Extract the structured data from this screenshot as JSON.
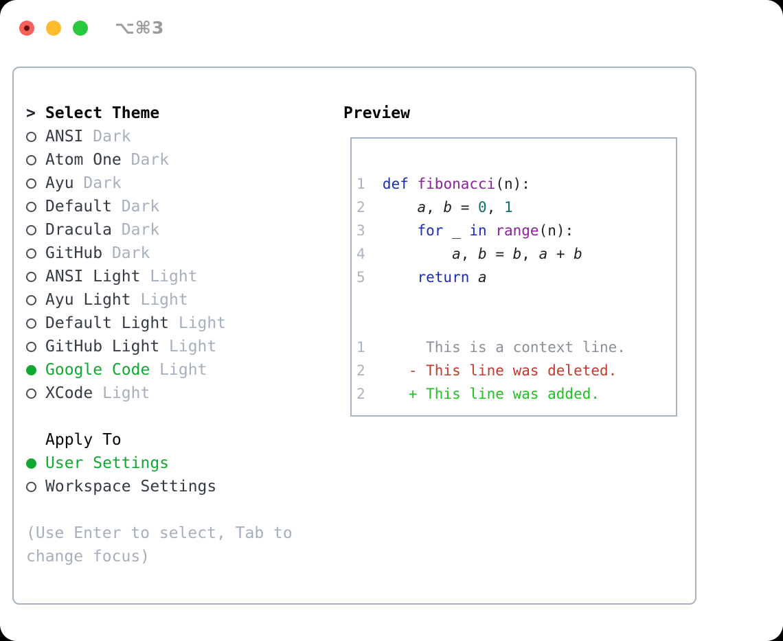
{
  "window": {
    "shortcut_label": "⌥⌘3",
    "traffic_lights": [
      "close",
      "minimize",
      "zoom"
    ]
  },
  "colors": {
    "accent_green": "#12a833",
    "diff_added_green": "#1dc21d",
    "diff_deleted_red": "#c43a2b",
    "diff_context_gray": "#8a9098",
    "muted_gray": "#a6b0bd",
    "keyword_blue": "#1b2db5",
    "function_purple": "#8d219c",
    "number_teal": "#0c6e6c",
    "border_gray": "#a9b3bf"
  },
  "theme_picker": {
    "prompt": ">",
    "title": "Select Theme",
    "items": [
      {
        "name": "ANSI",
        "variant": "Dark",
        "selected": false
      },
      {
        "name": "Atom One",
        "variant": "Dark",
        "selected": false
      },
      {
        "name": "Ayu",
        "variant": "Dark",
        "selected": false
      },
      {
        "name": "Default",
        "variant": "Dark",
        "selected": false
      },
      {
        "name": "Dracula",
        "variant": "Dark",
        "selected": false
      },
      {
        "name": "GitHub",
        "variant": "Dark",
        "selected": false
      },
      {
        "name": "ANSI Light",
        "variant": "Light",
        "selected": false
      },
      {
        "name": "Ayu Light",
        "variant": "Light",
        "selected": false
      },
      {
        "name": "Default Light",
        "variant": "Light",
        "selected": false
      },
      {
        "name": "GitHub Light",
        "variant": "Light",
        "selected": false
      },
      {
        "name": "Google Code",
        "variant": "Light",
        "selected": true
      },
      {
        "name": "XCode",
        "variant": "Light",
        "selected": false
      }
    ]
  },
  "apply_to": {
    "title": "Apply To",
    "options": [
      {
        "label": "User Settings",
        "selected": true
      },
      {
        "label": "Workspace Settings",
        "selected": false
      }
    ]
  },
  "hint_lines": [
    "(Use Enter to select, Tab to",
    "change focus)"
  ],
  "preview": {
    "title": "Preview",
    "code_lines": [
      {
        "num": "1",
        "tokens": [
          {
            "t": "def",
            "c": "kw"
          },
          {
            "t": " ",
            "c": "pl"
          },
          {
            "t": "fibonacci",
            "c": "fn"
          },
          {
            "t": "(n):",
            "c": "pl"
          }
        ]
      },
      {
        "num": "2",
        "tokens": [
          {
            "t": "    ",
            "c": "pl"
          },
          {
            "t": "a",
            "c": "var"
          },
          {
            "t": ", ",
            "c": "pl"
          },
          {
            "t": "b",
            "c": "var"
          },
          {
            "t": " = ",
            "c": "pl"
          },
          {
            "t": "0",
            "c": "num"
          },
          {
            "t": ", ",
            "c": "pl"
          },
          {
            "t": "1",
            "c": "num"
          }
        ]
      },
      {
        "num": "3",
        "tokens": [
          {
            "t": "    ",
            "c": "pl"
          },
          {
            "t": "for",
            "c": "kw"
          },
          {
            "t": " _ ",
            "c": "pl"
          },
          {
            "t": "in",
            "c": "kw"
          },
          {
            "t": " ",
            "c": "pl"
          },
          {
            "t": "range",
            "c": "fn"
          },
          {
            "t": "(n):",
            "c": "pl"
          }
        ]
      },
      {
        "num": "4",
        "tokens": [
          {
            "t": "        ",
            "c": "pl"
          },
          {
            "t": "a",
            "c": "var"
          },
          {
            "t": ", ",
            "c": "pl"
          },
          {
            "t": "b",
            "c": "var"
          },
          {
            "t": " = ",
            "c": "pl"
          },
          {
            "t": "b",
            "c": "var"
          },
          {
            "t": ", ",
            "c": "pl"
          },
          {
            "t": "a",
            "c": "var"
          },
          {
            "t": " + ",
            "c": "pl"
          },
          {
            "t": "b",
            "c": "var"
          }
        ]
      },
      {
        "num": "5",
        "tokens": [
          {
            "t": "    ",
            "c": "pl"
          },
          {
            "t": "return",
            "c": "kw"
          },
          {
            "t": " ",
            "c": "pl"
          },
          {
            "t": "a",
            "c": "var"
          }
        ]
      }
    ],
    "diff_lines": [
      {
        "num": "1",
        "content": "     This is a context line.",
        "type": "context"
      },
      {
        "num": "2",
        "content": "   - This line was deleted.",
        "type": "deleted"
      },
      {
        "num": "2",
        "content": "   + This line was added.",
        "type": "added"
      }
    ]
  }
}
